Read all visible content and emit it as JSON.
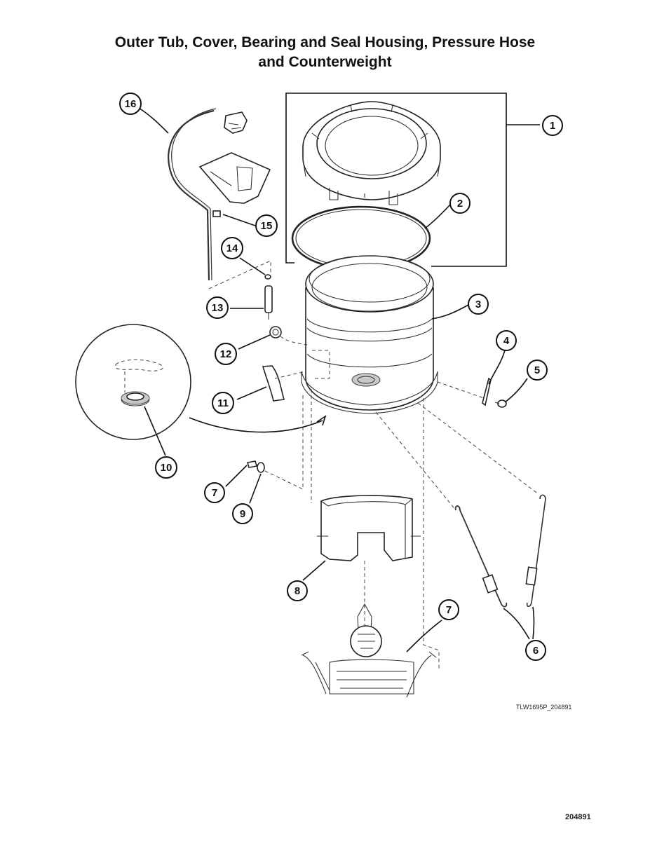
{
  "title": {
    "line1": "Outer Tub, Cover, Bearing and Seal Housing, Pressure Hose",
    "line2": "and Counterweight"
  },
  "callouts": [
    "1",
    "2",
    "3",
    "4",
    "5",
    "6",
    "7",
    "7",
    "8",
    "9",
    "10",
    "11",
    "12",
    "13",
    "14",
    "15",
    "16"
  ],
  "drawing_code": "TLW1695P_204891",
  "page_code": "204891"
}
